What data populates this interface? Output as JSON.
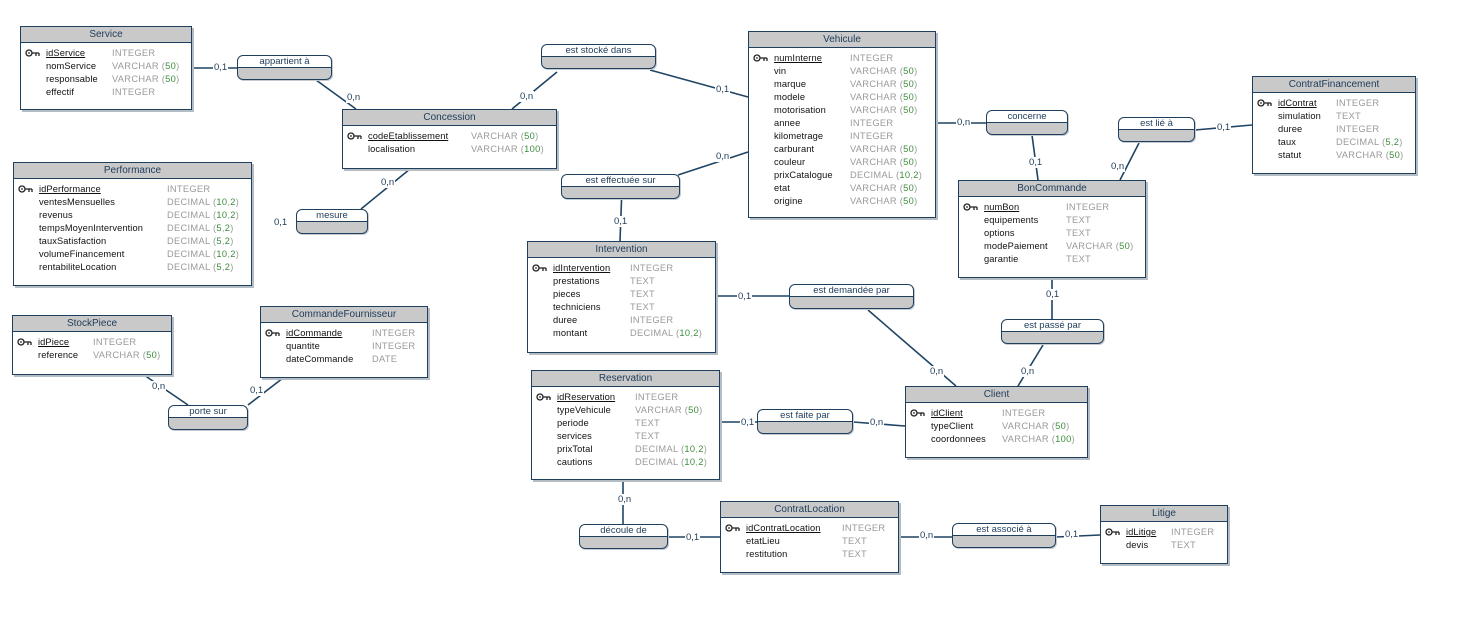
{
  "entities": [
    {
      "id": "service",
      "name": "Service",
      "fields": [
        {
          "name": "idService",
          "type": "INTEGER",
          "pk": true
        },
        {
          "name": "nomService",
          "type": "VARCHAR (50)"
        },
        {
          "name": "responsable",
          "type": "VARCHAR (50)"
        },
        {
          "name": "effectif",
          "type": "INTEGER"
        }
      ]
    },
    {
      "id": "concession",
      "name": "Concession",
      "fields": [
        {
          "name": "codeEtablissement",
          "type": "VARCHAR (50)",
          "pk": true
        },
        {
          "name": "localisation",
          "type": "VARCHAR (100)"
        }
      ]
    },
    {
      "id": "performance",
      "name": "Performance",
      "fields": [
        {
          "name": "idPerformance",
          "type": "INTEGER",
          "pk": true
        },
        {
          "name": "ventesMensuelles",
          "type": "DECIMAL (10,2)"
        },
        {
          "name": "revenus",
          "type": "DECIMAL (10,2)"
        },
        {
          "name": "tempsMoyenIntervention",
          "type": "DECIMAL (5,2)"
        },
        {
          "name": "tauxSatisfaction",
          "type": "DECIMAL (5,2)"
        },
        {
          "name": "volumeFinancement",
          "type": "DECIMAL (10,2)"
        },
        {
          "name": "rentabiliteLocation",
          "type": "DECIMAL (5,2)"
        }
      ]
    },
    {
      "id": "stockpiece",
      "name": "StockPiece",
      "fields": [
        {
          "name": "idPiece",
          "type": "INTEGER",
          "pk": true
        },
        {
          "name": "reference",
          "type": "VARCHAR (50)"
        }
      ]
    },
    {
      "id": "commandefournisseur",
      "name": "CommandeFournisseur",
      "fields": [
        {
          "name": "idCommande",
          "type": "INTEGER",
          "pk": true
        },
        {
          "name": "quantite",
          "type": "INTEGER"
        },
        {
          "name": "dateCommande",
          "type": "DATE"
        }
      ]
    },
    {
      "id": "vehicule",
      "name": "Vehicule",
      "fields": [
        {
          "name": "numInterne",
          "type": "INTEGER",
          "pk": true
        },
        {
          "name": "vin",
          "type": "VARCHAR (50)"
        },
        {
          "name": "marque",
          "type": "VARCHAR (50)"
        },
        {
          "name": "modele",
          "type": "VARCHAR (50)"
        },
        {
          "name": "motorisation",
          "type": "VARCHAR (50)"
        },
        {
          "name": "annee",
          "type": "INTEGER"
        },
        {
          "name": "kilometrage",
          "type": "INTEGER"
        },
        {
          "name": "carburant",
          "type": "VARCHAR (50)"
        },
        {
          "name": "couleur",
          "type": "VARCHAR (50)"
        },
        {
          "name": "prixCatalogue",
          "type": "DECIMAL (10,2)"
        },
        {
          "name": "etat",
          "type": "VARCHAR (50)"
        },
        {
          "name": "origine",
          "type": "VARCHAR (50)"
        }
      ]
    },
    {
      "id": "intervention",
      "name": "Intervention",
      "fields": [
        {
          "name": "idIntervention",
          "type": "INTEGER",
          "pk": true
        },
        {
          "name": "prestations",
          "type": "TEXT"
        },
        {
          "name": "pieces",
          "type": "TEXT"
        },
        {
          "name": "techniciens",
          "type": "TEXT"
        },
        {
          "name": "duree",
          "type": "INTEGER"
        },
        {
          "name": "montant",
          "type": "DECIMAL (10,2)"
        }
      ]
    },
    {
      "id": "reservation",
      "name": "Reservation",
      "fields": [
        {
          "name": "idReservation",
          "type": "INTEGER",
          "pk": true
        },
        {
          "name": "typeVehicule",
          "type": "VARCHAR (50)"
        },
        {
          "name": "periode",
          "type": "TEXT"
        },
        {
          "name": "services",
          "type": "TEXT"
        },
        {
          "name": "prixTotal",
          "type": "DECIMAL (10,2)"
        },
        {
          "name": "cautions",
          "type": "DECIMAL (10,2)"
        }
      ]
    },
    {
      "id": "contratlocation",
      "name": "ContratLocation",
      "fields": [
        {
          "name": "idContratLocation",
          "type": "INTEGER",
          "pk": true
        },
        {
          "name": "etatLieu",
          "type": "TEXT"
        },
        {
          "name": "restitution",
          "type": "TEXT"
        }
      ]
    },
    {
      "id": "contratfinancement",
      "name": "ContratFinancement",
      "fields": [
        {
          "name": "idContrat",
          "type": "INTEGER",
          "pk": true
        },
        {
          "name": "simulation",
          "type": "TEXT"
        },
        {
          "name": "duree",
          "type": "INTEGER"
        },
        {
          "name": "taux",
          "type": "DECIMAL (5,2)"
        },
        {
          "name": "statut",
          "type": "VARCHAR (50)"
        }
      ]
    },
    {
      "id": "boncommande",
      "name": "BonCommande",
      "fields": [
        {
          "name": "numBon",
          "type": "INTEGER",
          "pk": true
        },
        {
          "name": "equipements",
          "type": "TEXT"
        },
        {
          "name": "options",
          "type": "TEXT"
        },
        {
          "name": "modePaiement",
          "type": "VARCHAR (50)"
        },
        {
          "name": "garantie",
          "type": "TEXT"
        }
      ]
    },
    {
      "id": "client",
      "name": "Client",
      "fields": [
        {
          "name": "idClient",
          "type": "INTEGER",
          "pk": true
        },
        {
          "name": "typeClient",
          "type": "VARCHAR (50)"
        },
        {
          "name": "coordonnees",
          "type": "VARCHAR (100)"
        }
      ]
    },
    {
      "id": "litige",
      "name": "Litige",
      "fields": [
        {
          "name": "idLitige",
          "type": "INTEGER",
          "pk": true
        },
        {
          "name": "devis",
          "type": "TEXT"
        }
      ]
    }
  ],
  "associations": [
    {
      "id": "appartient",
      "label": "appartient à"
    },
    {
      "id": "stocke",
      "label": "est stocké dans"
    },
    {
      "id": "mesure",
      "label": "mesure"
    },
    {
      "id": "effectuee",
      "label": "est effectuée sur"
    },
    {
      "id": "concerne",
      "label": "concerne"
    },
    {
      "id": "estlie",
      "label": "est lié à"
    },
    {
      "id": "demandee",
      "label": "est demandée par"
    },
    {
      "id": "passe",
      "label": "est passé par"
    },
    {
      "id": "faite",
      "label": "est faite par"
    },
    {
      "id": "portesur",
      "label": "porte sur"
    },
    {
      "id": "decoule",
      "label": "découle de"
    },
    {
      "id": "associe",
      "label": "est associé à"
    }
  ],
  "cardinalities": {
    "service_appartient": "0,1",
    "appartient_concession": "0,n",
    "concession_stocke": "0,n",
    "stocke_vehicule": "0,1",
    "concession_mesure": "0,n",
    "mesure_performance": "0,1",
    "vehicule_effectuee": "0,n",
    "effectuee_intervention": "0,1",
    "vehicule_concerne": "0,n",
    "concerne_boncommande": "0,1",
    "estlie_boncommande": "0,n",
    "estlie_contratfinancement": "0,1",
    "intervention_demandee": "0,1",
    "demandee_client": "0,n",
    "boncommande_passe": "0,1",
    "passe_client": "0,n",
    "reservation_faite": "0,1",
    "faite_client": "0,n",
    "stockpiece_portesur": "0,n",
    "commandefournisseur_portesur": "0,1",
    "reservation_decoule": "0,n",
    "decoule_contratlocation": "0,1",
    "contratlocation_associe": "0,n",
    "associe_litige": "0,1"
  }
}
